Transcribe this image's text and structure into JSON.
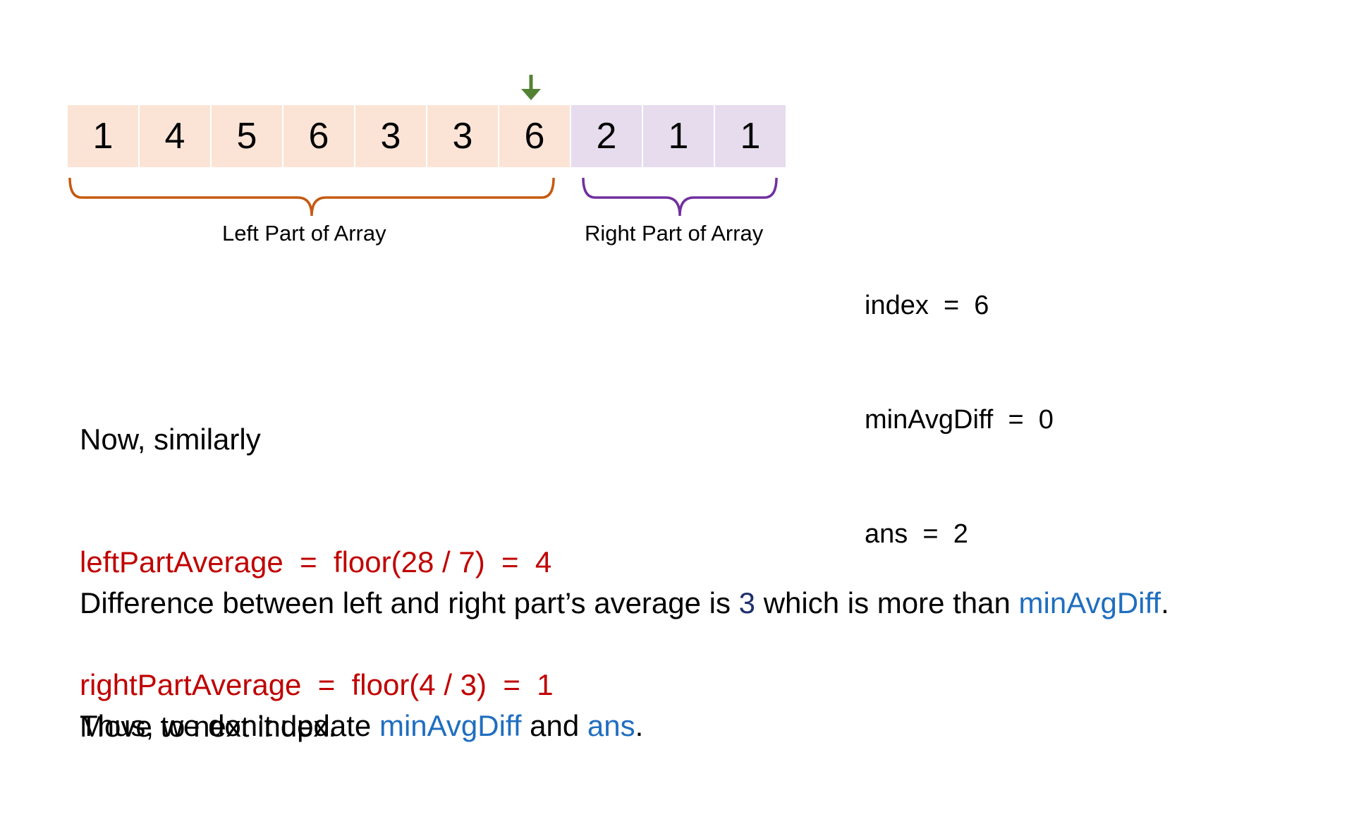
{
  "array": {
    "cells": [
      {
        "value": "1",
        "part": "left"
      },
      {
        "value": "4",
        "part": "left"
      },
      {
        "value": "5",
        "part": "left"
      },
      {
        "value": "6",
        "part": "left"
      },
      {
        "value": "3",
        "part": "left"
      },
      {
        "value": "3",
        "part": "left"
      },
      {
        "value": "6",
        "part": "left"
      },
      {
        "value": "2",
        "part": "right"
      },
      {
        "value": "1",
        "part": "right"
      },
      {
        "value": "1",
        "part": "right"
      }
    ],
    "pointer_index": 6,
    "left_label": "Left Part of Array",
    "right_label": "Right Part of Array"
  },
  "vars": {
    "index_line": "index  =  6",
    "min_line": "minAvgDiff  =  0",
    "ans_line": "ans  =  2"
  },
  "explanation": {
    "line1": "Now, similarly",
    "left_avg": "leftPartAverage  =  floor(28 / 7)  =  4",
    "right_avg": "rightPartAverage  =  floor(4 / 3)  =  1",
    "diff_prefix": "Difference between left and right part’s average is ",
    "diff_value": "3",
    "diff_mid": " which is more than ",
    "diff_var": "minAvgDiff",
    "diff_end": ".",
    "thus_prefix": "Thus, we don’t update ",
    "thus_var1": "minAvgDiff",
    "thus_and": " and ",
    "thus_var2": "ans",
    "thus_end": ".",
    "move": "Move to next index."
  },
  "colors": {
    "left_cell": "#fbe4d6",
    "right_cell": "#e6dcee",
    "left_brace": "#c55a11",
    "right_brace": "#7030a0",
    "arrow": "#548235",
    "formula": "#c00000",
    "variable": "#1f6ebf",
    "value_highlight": "#1f2f6e"
  },
  "icons": {
    "pointer": "down-arrow-icon"
  }
}
